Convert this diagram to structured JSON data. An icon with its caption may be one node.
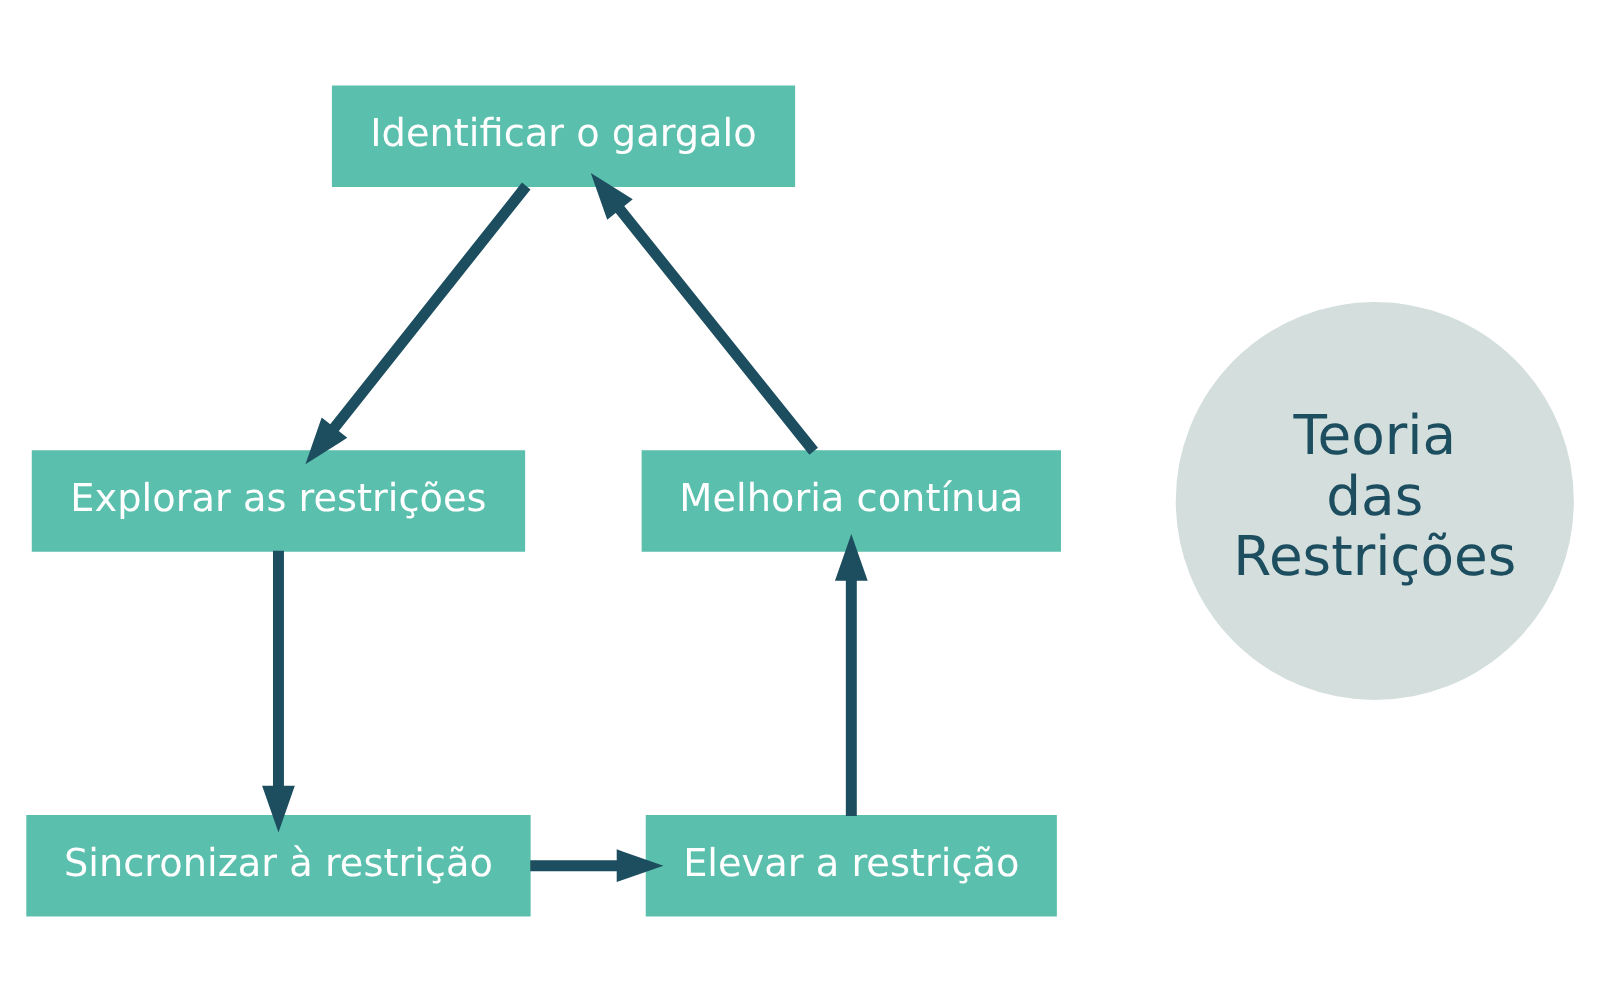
{
  "diagram": {
    "nodes": [
      {
        "text": [
          "Teoria das Restrições"
        ]
      },
      {
        "text": [
          "Identificar o gargalo"
        ]
      },
      {
        "text": [
          "Explorar as restrições"
        ]
      },
      {
        "text": [
          "Sincronizar à restrição"
        ]
      },
      {
        "text": [
          "Elevar a restrição"
        ]
      },
      {
        "text": [
          "Melhoria contínua"
        ]
      }
    ],
    "edges": [
      {
        "from": 1,
        "to": 2,
        "arrow": "to"
      },
      {
        "from": 2,
        "to": 3,
        "arrow": "to"
      },
      {
        "from": 3,
        "to": 4,
        "arrow": "to"
      },
      {
        "from": 4,
        "to": 5,
        "arrow": "to"
      },
      {
        "from": 5,
        "to": 1,
        "arrow": "to"
      }
    ]
  }
}
